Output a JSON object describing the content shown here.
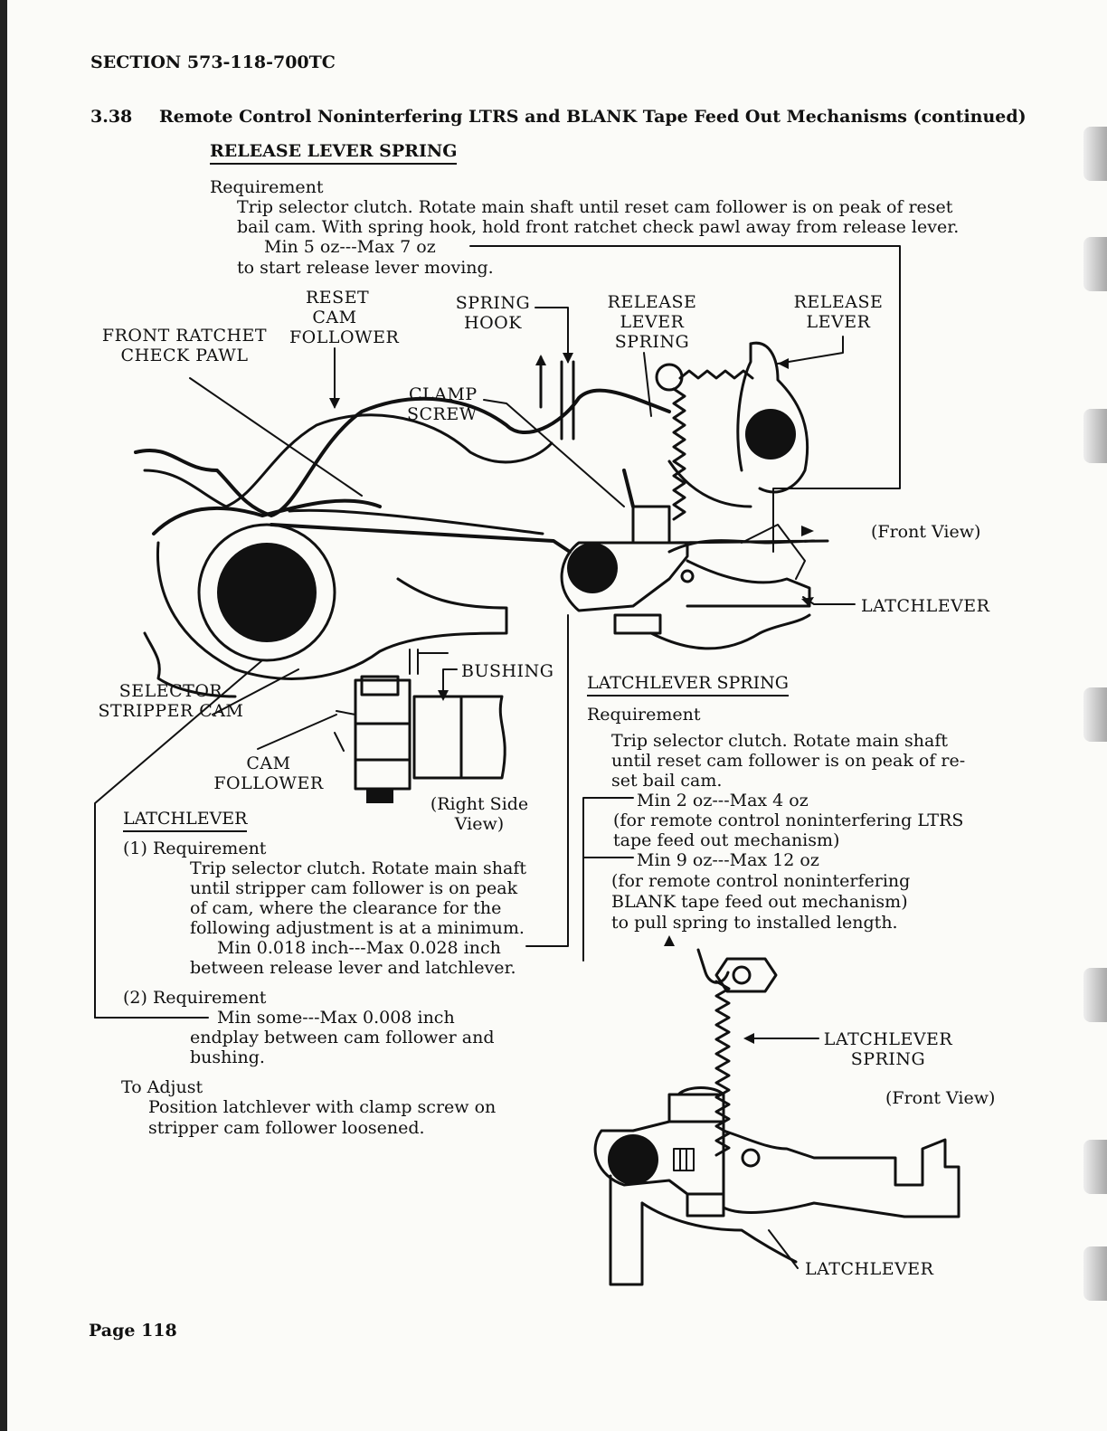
{
  "header": {
    "section": "SECTION 573-118-700TC",
    "number": "3.38",
    "title": "Remote Control Noninterfering LTRS and BLANK Tape Feed Out Mechanisms (continued)"
  },
  "release_lever_spring": {
    "heading": "RELEASE LEVER SPRING",
    "req_label": "Requirement",
    "lines": [
      "Trip selector clutch.  Rotate main shaft until reset cam follower is on peak of reset",
      "bail cam.  With spring hook, hold front ratchet check pawl away from release lever.",
      "Min 5 oz---Max 7 oz",
      "to start release lever moving."
    ]
  },
  "labels": {
    "reset_cam_follower": [
      "RESET",
      "CAM",
      "FOLLOWER"
    ],
    "front_ratchet_check_pawl": [
      "FRONT RATCHET",
      "CHECK PAWL"
    ],
    "spring_hook": [
      "SPRING",
      "HOOK"
    ],
    "release_lever_spring": [
      "RELEASE",
      "LEVER",
      "SPRING"
    ],
    "release_lever": [
      "RELEASE",
      "LEVER"
    ],
    "clamp_screw": [
      "CLAMP",
      "SCREW"
    ],
    "front_view_1": "(Front View)",
    "latchlever_1": "LATCHLEVER",
    "bushing": "BUSHING",
    "selector_stripper_cam": [
      "SELECTOR",
      "STRIPPER CAM"
    ],
    "cam_follower": [
      "CAM",
      "FOLLOWER"
    ],
    "right_side_view": [
      "(Right Side",
      "View)"
    ],
    "latchlever_spring": [
      "LATCHLEVER",
      "SPRING"
    ],
    "front_view_2": "(Front View)",
    "latchlever_2": "LATCHLEVER"
  },
  "latchlever_spring": {
    "heading": "LATCHLEVER SPRING",
    "req_label": "Requirement",
    "lines": [
      "Trip selector clutch.  Rotate main shaft",
      "until reset cam follower is on peak of re-",
      "set bail cam.",
      "Min 2 oz---Max 4 oz",
      "(for remote control noninterfering LTRS",
      "tape feed out mechanism)",
      "Min 9 oz---Max 12 oz",
      "(for remote control noninterfering",
      "BLANK tape feed out mechanism)",
      "to pull spring to installed length."
    ]
  },
  "latchlever": {
    "heading": "LATCHLEVER",
    "req1_label": "(1)  Requirement",
    "req1_lines": [
      "Trip selector clutch.  Rotate main shaft",
      "until stripper cam follower is on peak",
      "of cam, where the clearance for the",
      "following adjustment is at a minimum.",
      "Min 0.018 inch---Max 0.028 inch",
      "between release lever and latchlever."
    ],
    "req2_label": "(2)  Requirement",
    "req2_lines": [
      "Min some---Max 0.008 inch",
      "endplay between cam follower and",
      "bushing."
    ],
    "adjust_label": "To Adjust",
    "adjust_lines": [
      "Position latchlever with clamp screw on",
      "stripper cam follower loosened."
    ]
  },
  "footer": {
    "page": "Page 118"
  }
}
